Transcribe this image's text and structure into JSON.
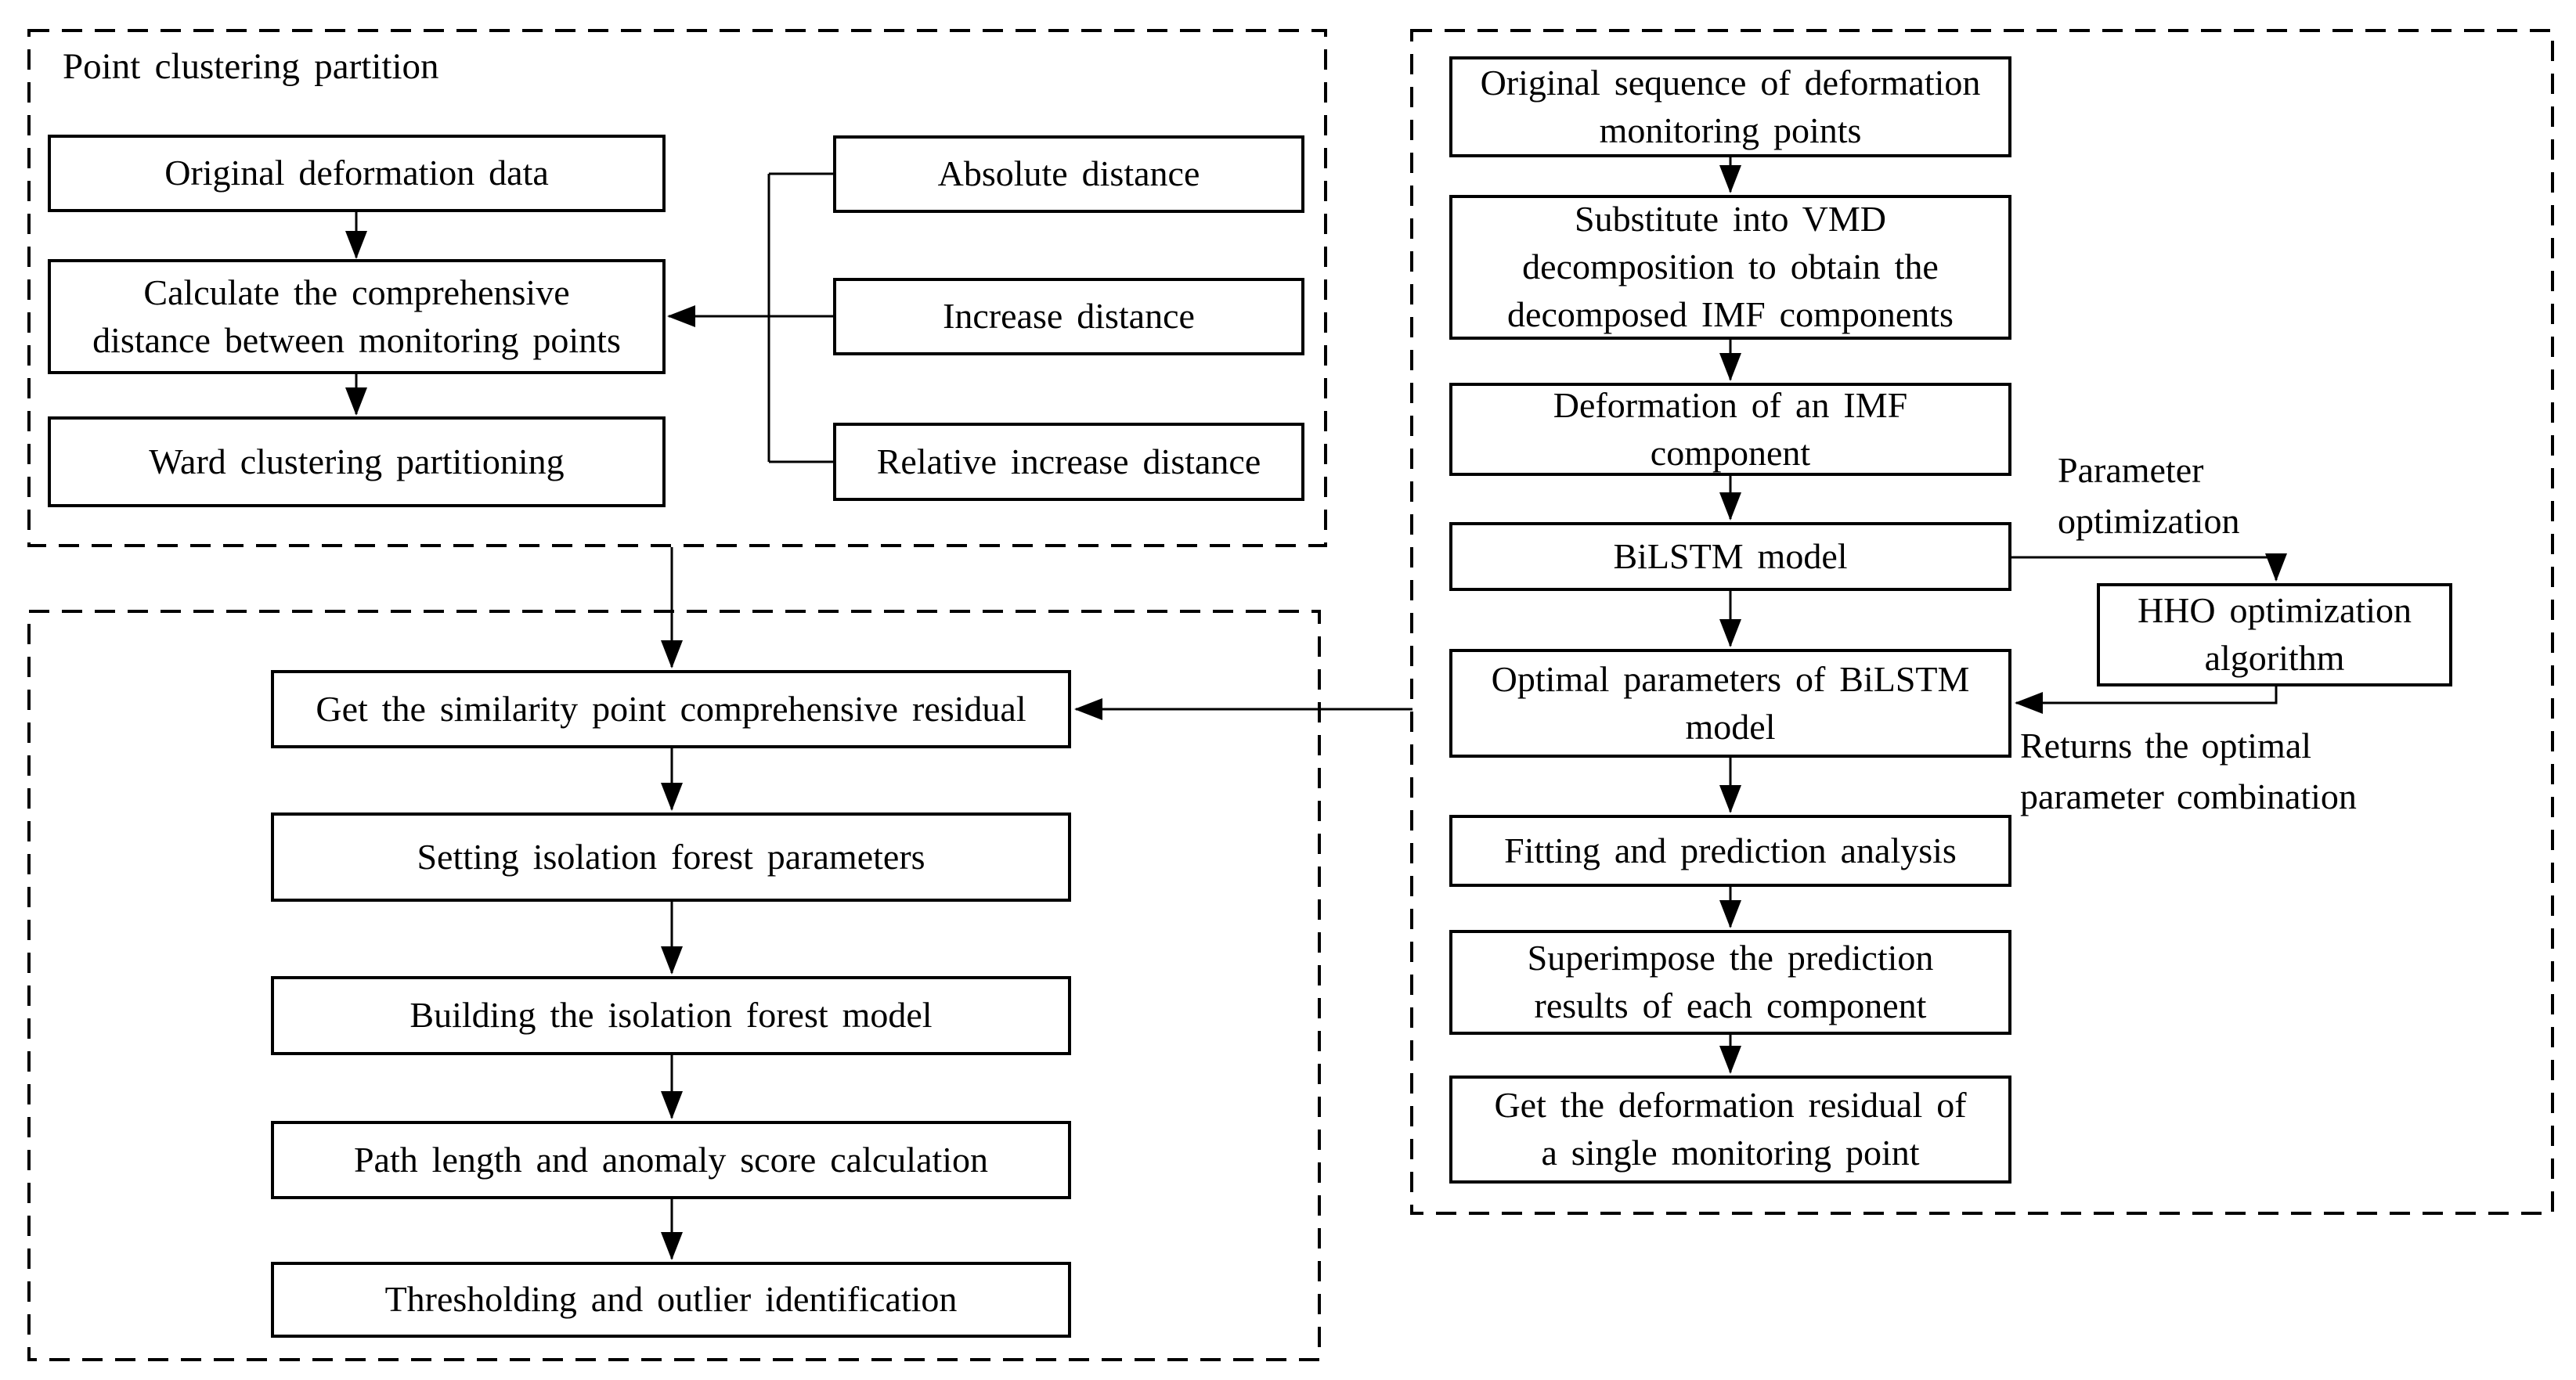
{
  "colors": {
    "ink": "#000000",
    "paper": "#ffffff"
  },
  "panels": {
    "point_clustering": {
      "title": "Point clustering partition"
    }
  },
  "boxes": {
    "original_deformation_data": {
      "label": "Original deformation data"
    },
    "calculate_distance": {
      "label": "Calculate the comprehensive distance between monitoring points"
    },
    "ward_clustering": {
      "label": "Ward clustering partitioning"
    },
    "absolute_distance": {
      "label": "Absolute distance"
    },
    "increase_distance": {
      "label": "Increase distance"
    },
    "relative_increase_distance": {
      "label": "Relative increase distance"
    },
    "similarity_residual": {
      "label": "Get the similarity point comprehensive residual"
    },
    "isolation_params": {
      "label": "Setting isolation forest parameters"
    },
    "isolation_model": {
      "label": "Building the isolation forest model"
    },
    "path_length": {
      "label": "Path length and anomaly score calculation"
    },
    "thresholding": {
      "label": "Thresholding and outlier identification"
    },
    "original_sequence": {
      "label": "Original sequence of deformation monitoring points"
    },
    "vmd_decomposition": {
      "label": "Substitute into VMD decomposition to obtain the decomposed IMF components"
    },
    "imf_component": {
      "label": "Deformation of an IMF component"
    },
    "bilstm_model": {
      "label": "BiLSTM model"
    },
    "optimal_parameters": {
      "label": "Optimal parameters of BiLSTM model"
    },
    "fitting_prediction": {
      "label": "Fitting and prediction analysis"
    },
    "superimpose": {
      "label": "Superimpose the prediction results of each component"
    },
    "deformation_residual": {
      "label": "Get the deformation residual of a single monitoring point"
    },
    "hho_algorithm": {
      "label": "HHO optimization algorithm"
    }
  },
  "edge_labels": {
    "parameter_optimization": "Parameter optimization",
    "returns_optimal": "Returns the optimal parameter combination"
  }
}
